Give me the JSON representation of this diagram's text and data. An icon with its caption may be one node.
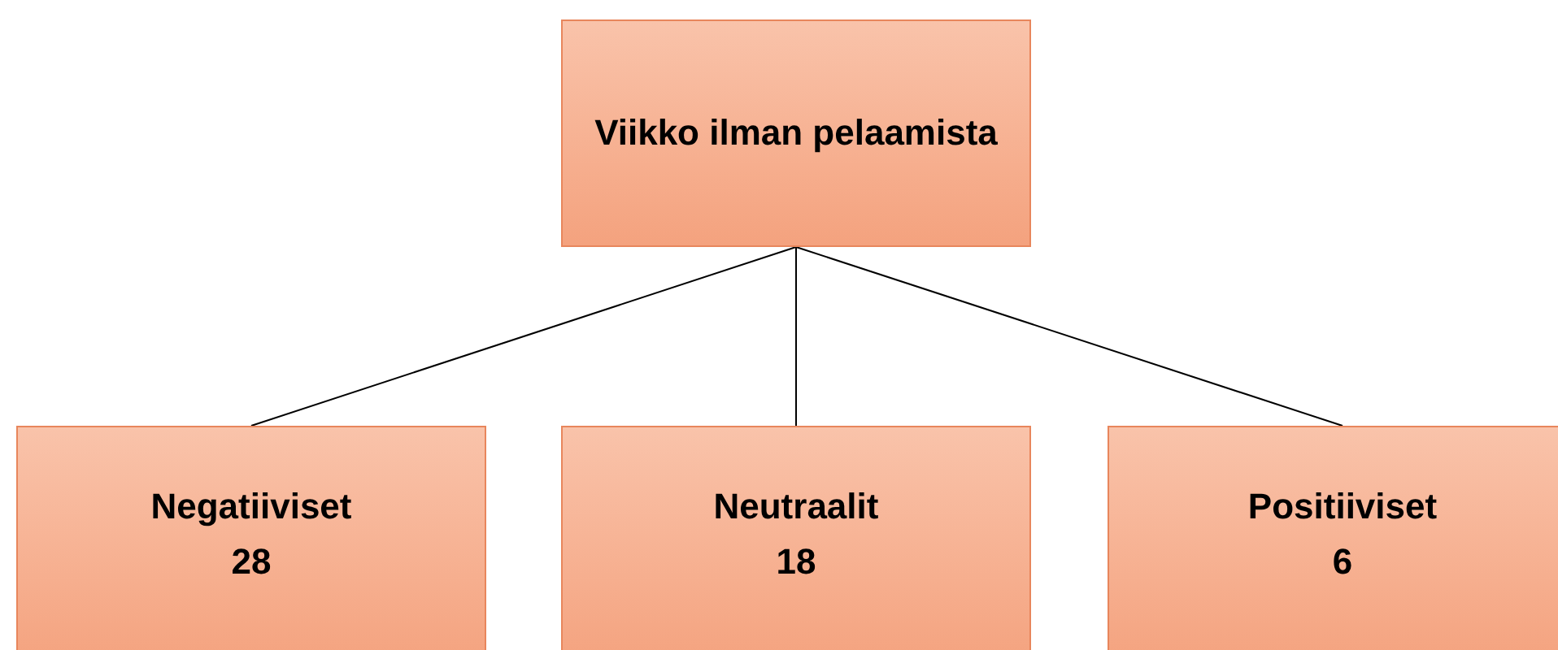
{
  "diagram": {
    "nodes": [
      {
        "text": [
          "Viikko ilman pelaamista"
        ]
      },
      {
        "text": [
          "Negatiiviset",
          "28"
        ]
      },
      {
        "text": [
          "Neutraalit",
          "18"
        ]
      },
      {
        "text": [
          "Positiiviset",
          "6"
        ]
      }
    ],
    "edges": [
      {
        "from": 0,
        "to": 1,
        "arrow": "none"
      },
      {
        "from": 0,
        "to": 2,
        "arrow": "none"
      },
      {
        "from": 0,
        "to": 3,
        "arrow": "none"
      }
    ]
  }
}
